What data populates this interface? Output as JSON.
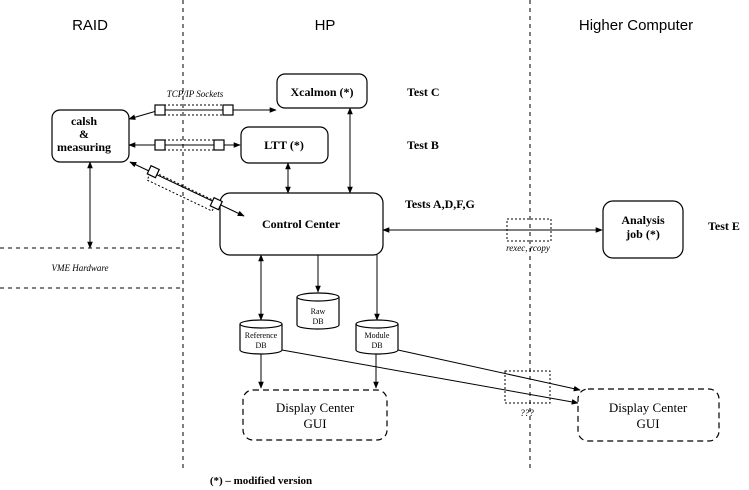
{
  "columns": {
    "raid": "RAID",
    "hp": "HP",
    "higher": "Higher Computer"
  },
  "nodes": {
    "calsh_line1": "calsh",
    "calsh_line2": "&",
    "calsh_line3": "measuring",
    "xcalmon": "Xcalmon (*)",
    "ltt": "LTT (*)",
    "control_center": "Control Center",
    "analysis_line1": "Analysis",
    "analysis_line2": "job (*)",
    "raw_db_line1": "Raw",
    "raw_db_line2": "DB",
    "ref_db_line1": "Reference",
    "ref_db_line2": "DB",
    "module_db_line1": "Module",
    "module_db_line2": "DB",
    "display_left_line1": "Display Center",
    "display_left_line2": "GUI",
    "display_right_line1": "Display Center",
    "display_right_line2": "GUI"
  },
  "tests": {
    "c": "Test C",
    "b": "Test B",
    "adfg": "Tests A,D,F,G",
    "e": "Test E"
  },
  "connectors": {
    "tcpip": "TCP/IP Sockets",
    "rexec": "rexec, rcopy",
    "xxx": "???"
  },
  "hardware_label": "VME Hardware",
  "footnote": "(*) – modified version"
}
